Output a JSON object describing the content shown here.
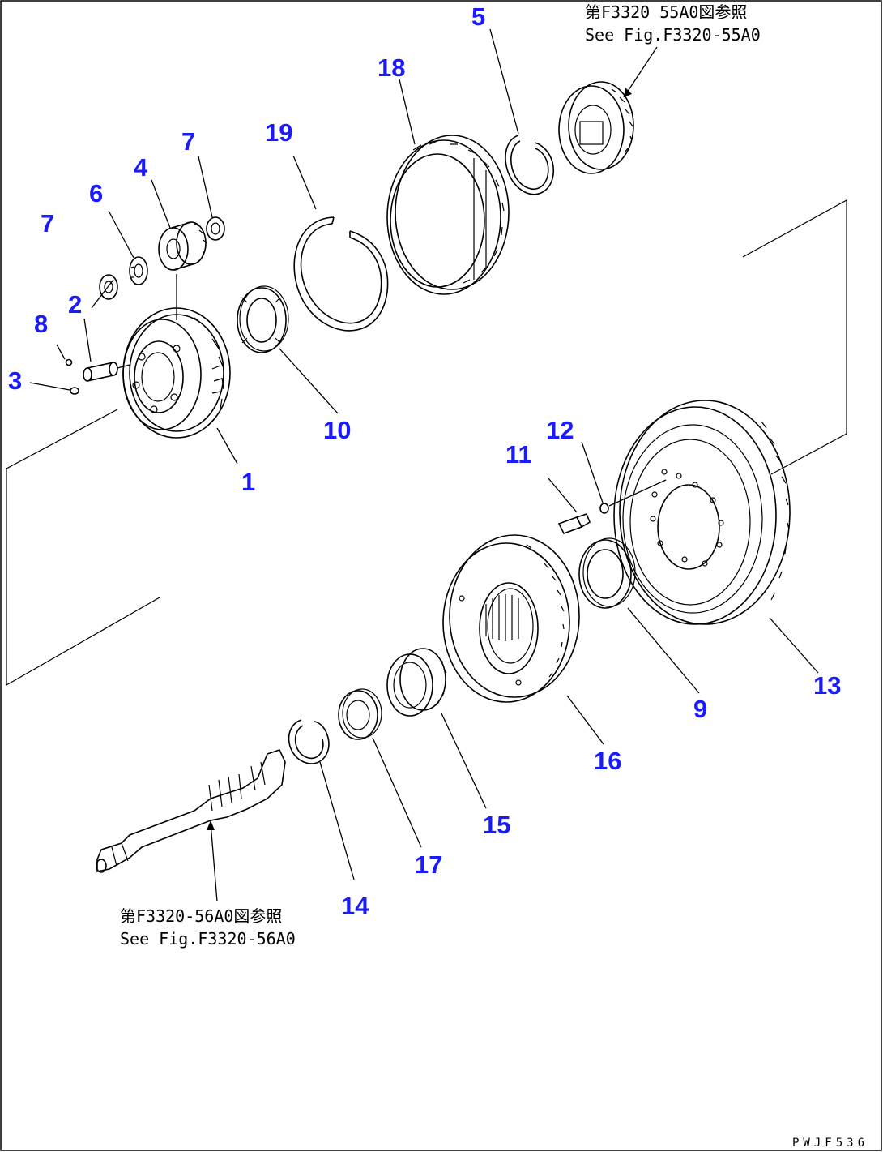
{
  "diagram": {
    "references": {
      "top_ja": "第F3320 55A0図参照",
      "top_en": "See Fig.F3320-55A0",
      "bottom_ja": "第F3320-56A0図参照",
      "bottom_en": "See Fig.F3320-56A0"
    },
    "drawing_code": "PWJF536",
    "callouts": {
      "c1": "1",
      "c2": "2",
      "c3": "3",
      "c4": "4",
      "c5": "5",
      "c6": "6",
      "c7a": "7",
      "c7b": "7",
      "c8": "8",
      "c9": "9",
      "c10": "10",
      "c11": "11",
      "c12": "12",
      "c13": "13",
      "c14": "14",
      "c15": "15",
      "c16": "16",
      "c17": "17",
      "c18": "18",
      "c19": "19"
    }
  }
}
